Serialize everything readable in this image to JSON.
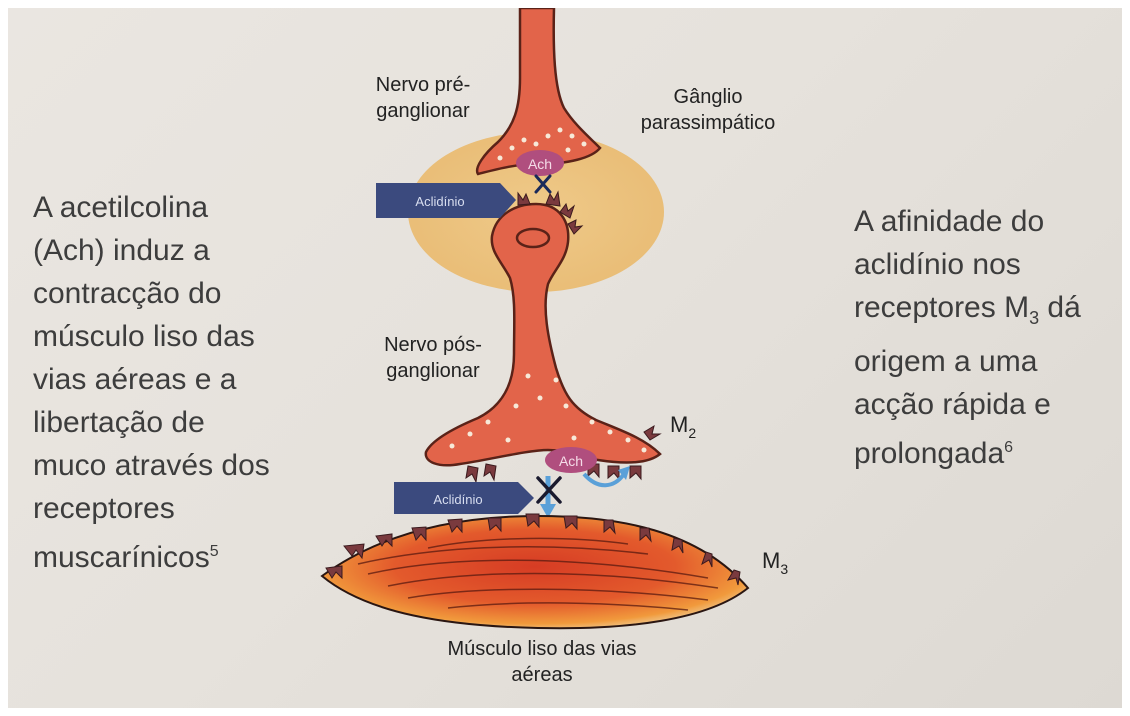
{
  "left_text": {
    "lines": [
      "A acetilcolina",
      "(Ach) induz a",
      "contracção do",
      "músculo liso das",
      "vias aéreas e a",
      "libertação de",
      "muco através dos",
      "receptores",
      "muscarínicos"
    ],
    "superscript": "5"
  },
  "right_text": {
    "lines": [
      "A afinidade do",
      "aclidínio nos",
      "receptores M",
      "origem a uma",
      "acção rápida e",
      "prolongada"
    ],
    "m3_subscript": "3",
    "after_m3": " dá",
    "superscript": "6"
  },
  "labels": {
    "pre_ganglionic": [
      "Nervo pré-",
      "ganglionar"
    ],
    "ganglion": [
      "Gânglio",
      "parassimpático"
    ],
    "post_ganglionic": [
      "Nervo pós-",
      "ganglionar"
    ],
    "muscle": [
      "Músculo liso das vias",
      "aéreas"
    ],
    "m2": "M",
    "m2_sub": "2",
    "m3": "M",
    "m3_sub": "3",
    "ach_top": "Ach",
    "ach_bottom": "Ach",
    "drug_top": "Aclidínio",
    "drug_bottom": "Aclidínio"
  },
  "colors": {
    "background": "#e6e2dc",
    "nerve": "#e2644a",
    "nerve_outline": "#5a2218",
    "ganglion": "#eec27a",
    "ach": "#b04e7e",
    "drug_arrow": "#3b4a7e",
    "receptor": "#7a3a3e",
    "muscle_core": "#d8442a",
    "muscle_edge": "#f0a040",
    "blocker": "#1a1a2e",
    "ach_arrow": "#5aa0d8"
  }
}
